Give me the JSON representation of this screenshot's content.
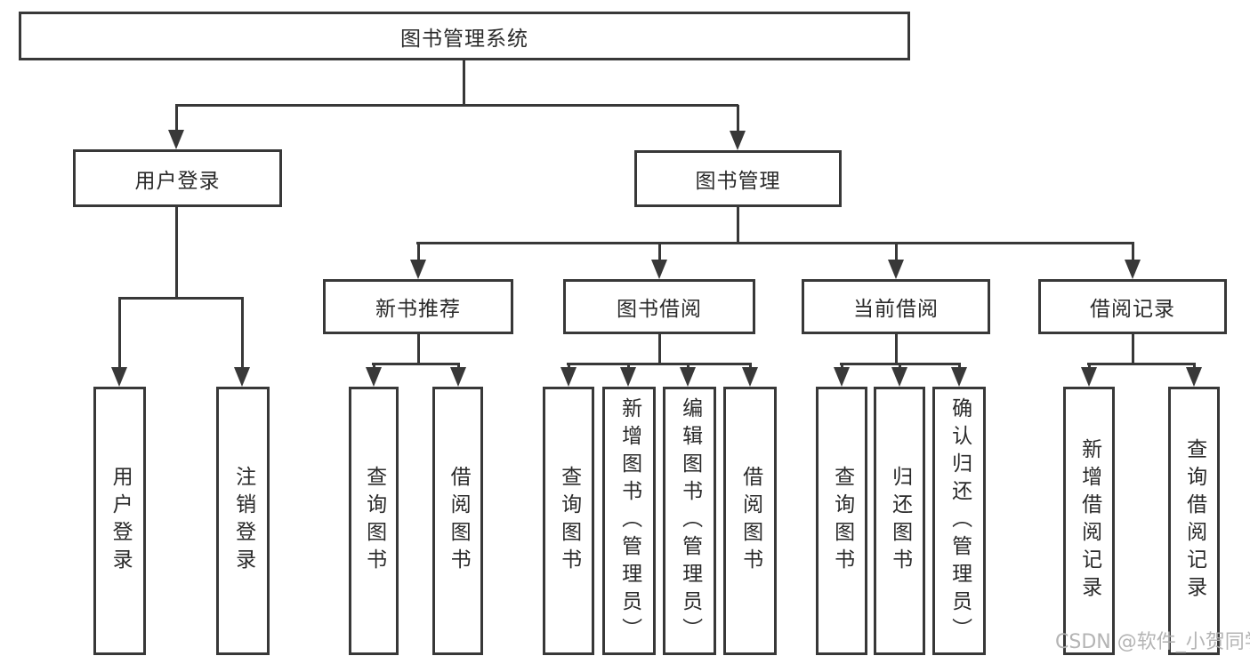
{
  "diagram": {
    "root": {
      "label": "图书管理系统"
    },
    "level2": [
      {
        "label": "用户登录"
      },
      {
        "label": "图书管理"
      }
    ],
    "level3": [
      {
        "label": "新书推荐"
      },
      {
        "label": "图书借阅"
      },
      {
        "label": "当前借阅"
      },
      {
        "label": "借阅记录"
      }
    ],
    "leaves": {
      "user_login": [
        {
          "label": "用户登录"
        },
        {
          "label": "注销登录"
        }
      ],
      "new_books": [
        {
          "label": "查询图书"
        },
        {
          "label": "借阅图书"
        }
      ],
      "book_borrow": [
        {
          "label": "查询图书"
        },
        {
          "label": "新增图书（管理员）"
        },
        {
          "label": "编辑图书（管理员）"
        },
        {
          "label": "借阅图书"
        }
      ],
      "current_borrow": [
        {
          "label": "查询图书"
        },
        {
          "label": "归还图书"
        },
        {
          "label": "确认归还（管理员）"
        }
      ],
      "borrow_records": [
        {
          "label": "新增借阅记录"
        },
        {
          "label": "查询借阅记录"
        }
      ]
    }
  },
  "watermark": {
    "text": "CSDN @软件_小贺同学"
  },
  "colors": {
    "line": "#383838",
    "text": "#2a2a2a",
    "watermark": "#b5b5b5",
    "background": "#ffffff"
  }
}
